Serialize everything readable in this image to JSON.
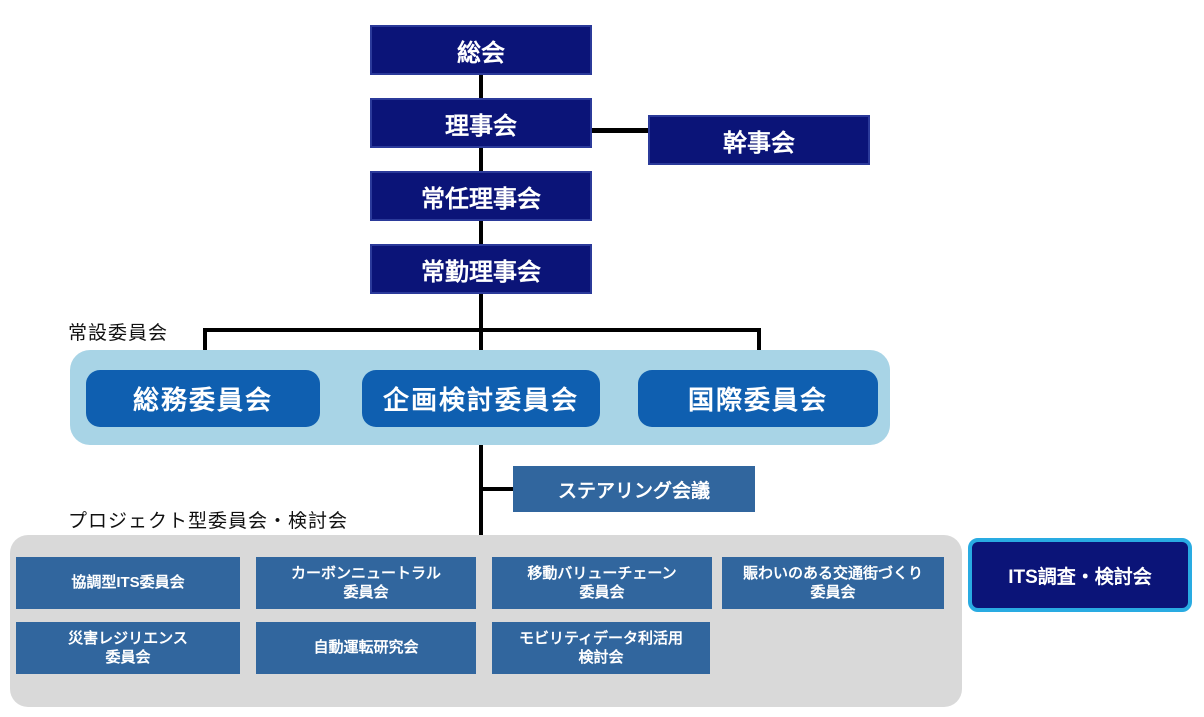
{
  "hierarchy": {
    "general_assembly": "総会",
    "board_of_directors": "理事会",
    "secretariat": "幹事会",
    "standing_board": "常任理事会",
    "full_time_board": "常勤理事会"
  },
  "sections": {
    "standing_label": "常設委員会",
    "project_label": "プロジェクト型委員会・検討会"
  },
  "standing_committees": [
    "総務委員会",
    "企画検討委員会",
    "国際委員会"
  ],
  "steering_meeting": "ステアリング会議",
  "project_committees": {
    "row1": [
      "協調型ITS委員会",
      "カーボンニュートラル\n委員会",
      "移動バリューチェーン\n委員会",
      "賑わいのある交通街づくり\n委員会"
    ],
    "row2": [
      "災害レジリエンス\n委員会",
      "自動運転研究会",
      "モビリティデータ利活用\n検討会"
    ]
  },
  "its_study_group": "ITS調査・検討会",
  "colors": {
    "navy": "#0b1478",
    "committee_blue": "#0f5fb0",
    "steel_blue": "#31669e",
    "light_blue_panel": "#a8d4e6",
    "gray_panel": "#d9d9d9",
    "cyan_border": "#29abe2",
    "connector": "#000000"
  }
}
